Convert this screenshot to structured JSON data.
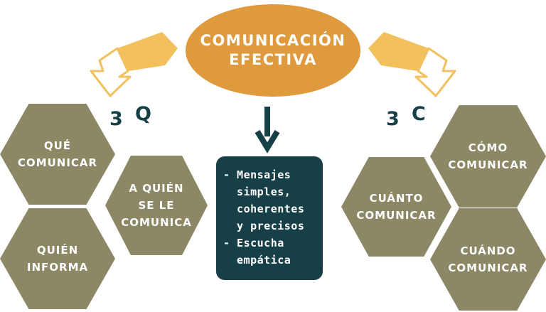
{
  "title": {
    "line1": "COMUNICACIÓN",
    "line2": "EFECTIVA"
  },
  "left_group": {
    "label_num": "3",
    "label_letter": "Q",
    "items": [
      {
        "line1": "QUÉ",
        "line2": "COMUNICAR"
      },
      {
        "line1": "A QUIÉN",
        "line2": "SE LE",
        "line3": "COMUNICA"
      },
      {
        "line1": "QUIÉN",
        "line2": "INFORMA"
      }
    ]
  },
  "right_group": {
    "label_num": "3",
    "label_letter": "C",
    "items": [
      {
        "line1": "CÓMO",
        "line2": "COMUNICAR"
      },
      {
        "line1": "CUÁNTO",
        "line2": "COMUNICAR"
      },
      {
        "line1": "CUÁNDO",
        "line2": "COMUNICAR"
      }
    ]
  },
  "center_box": {
    "lines": [
      "- Mensajes",
      "  simples,",
      "  coherentes",
      "  y precisos",
      "- Escucha",
      "  empática"
    ]
  },
  "colors": {
    "ellipse": "#e09a3e",
    "hexagon": "#8c8865",
    "box": "#163f48",
    "curved_arrow_fill": "#f2c05c",
    "curved_arrow_outline": "#f2c05c",
    "down_arrow": "#163f48",
    "label_text": "#163f48"
  }
}
